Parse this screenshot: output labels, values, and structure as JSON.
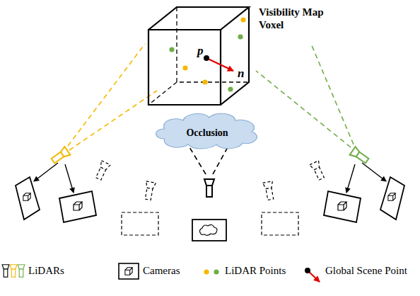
{
  "diagram": {
    "nodes": [
      {
        "text": [
          "Visibility Map Voxel"
        ]
      },
      {
        "text": [
          "Occlusion"
        ]
      }
    ],
    "edges": [],
    "labels": [
      "p",
      "n"
    ],
    "legend": [
      {
        "text": "LiDARs"
      },
      {
        "text": "Cameras"
      },
      {
        "text": "LiDAR Points"
      },
      {
        "text": "Global Scene Point"
      }
    ]
  }
}
